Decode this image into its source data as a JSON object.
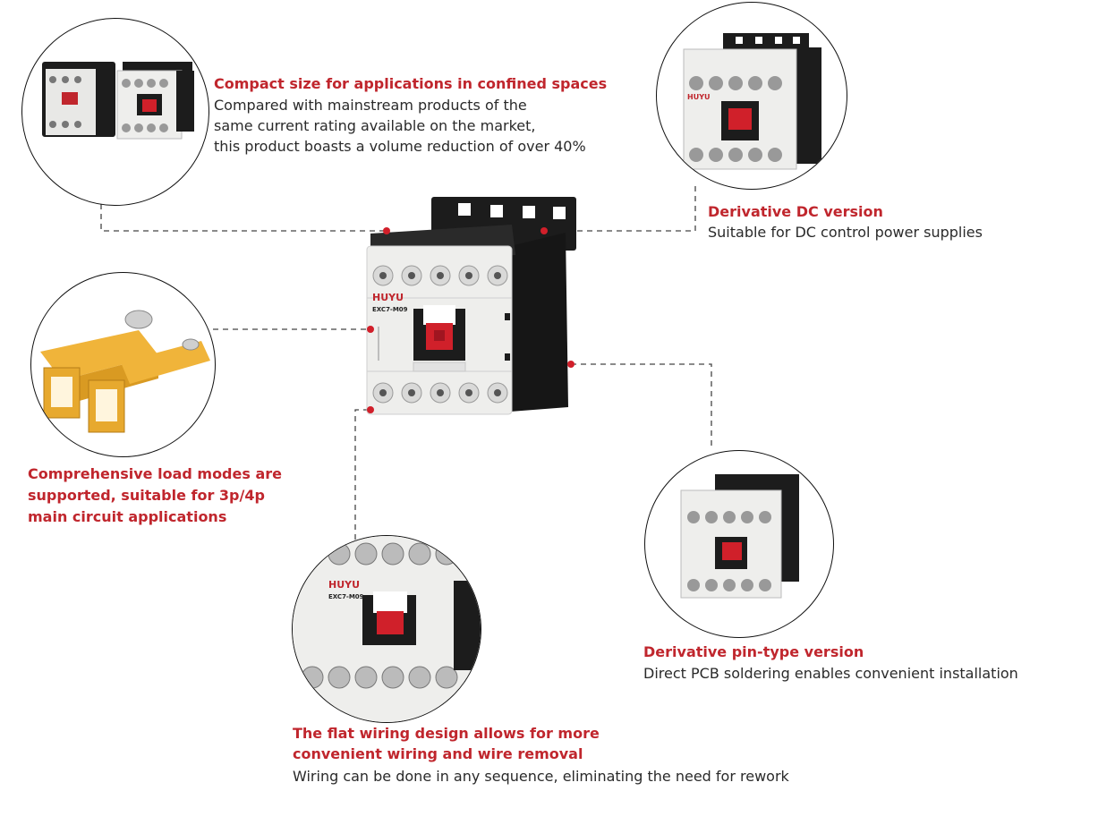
{
  "features": {
    "compact": {
      "title": "Compact size for applications in confined spaces",
      "lines": [
        "Compared with mainstream products of the",
        "same current rating available on the market,",
        "this product boasts a volume reduction of over 40%"
      ]
    },
    "dc": {
      "title": "Derivative DC version",
      "lines": [
        "Suitable for DC control power supplies"
      ]
    },
    "load": {
      "title_lines": [
        "Comprehensive load modes are",
        "supported, suitable for 3p/4p",
        "main circuit applications"
      ]
    },
    "flat": {
      "title_lines": [
        "The flat wiring design allows for more",
        "convenient wiring and wire removal"
      ],
      "lines": [
        "Wiring can be done in any sequence, eliminating the need for rework"
      ]
    },
    "pin": {
      "title": "Derivative pin-type version",
      "lines": [
        "Direct PCB soldering enables convenient installation"
      ]
    }
  },
  "product": {
    "brand": "HUYU",
    "model": "EXC7-M09"
  },
  "colors": {
    "accent": "#c0262d",
    "marker": "#d11f2a",
    "housing": "#1c1c1c",
    "body": "#eeeeec",
    "actuator": "#d0202a",
    "brass": "#e7a92e"
  }
}
